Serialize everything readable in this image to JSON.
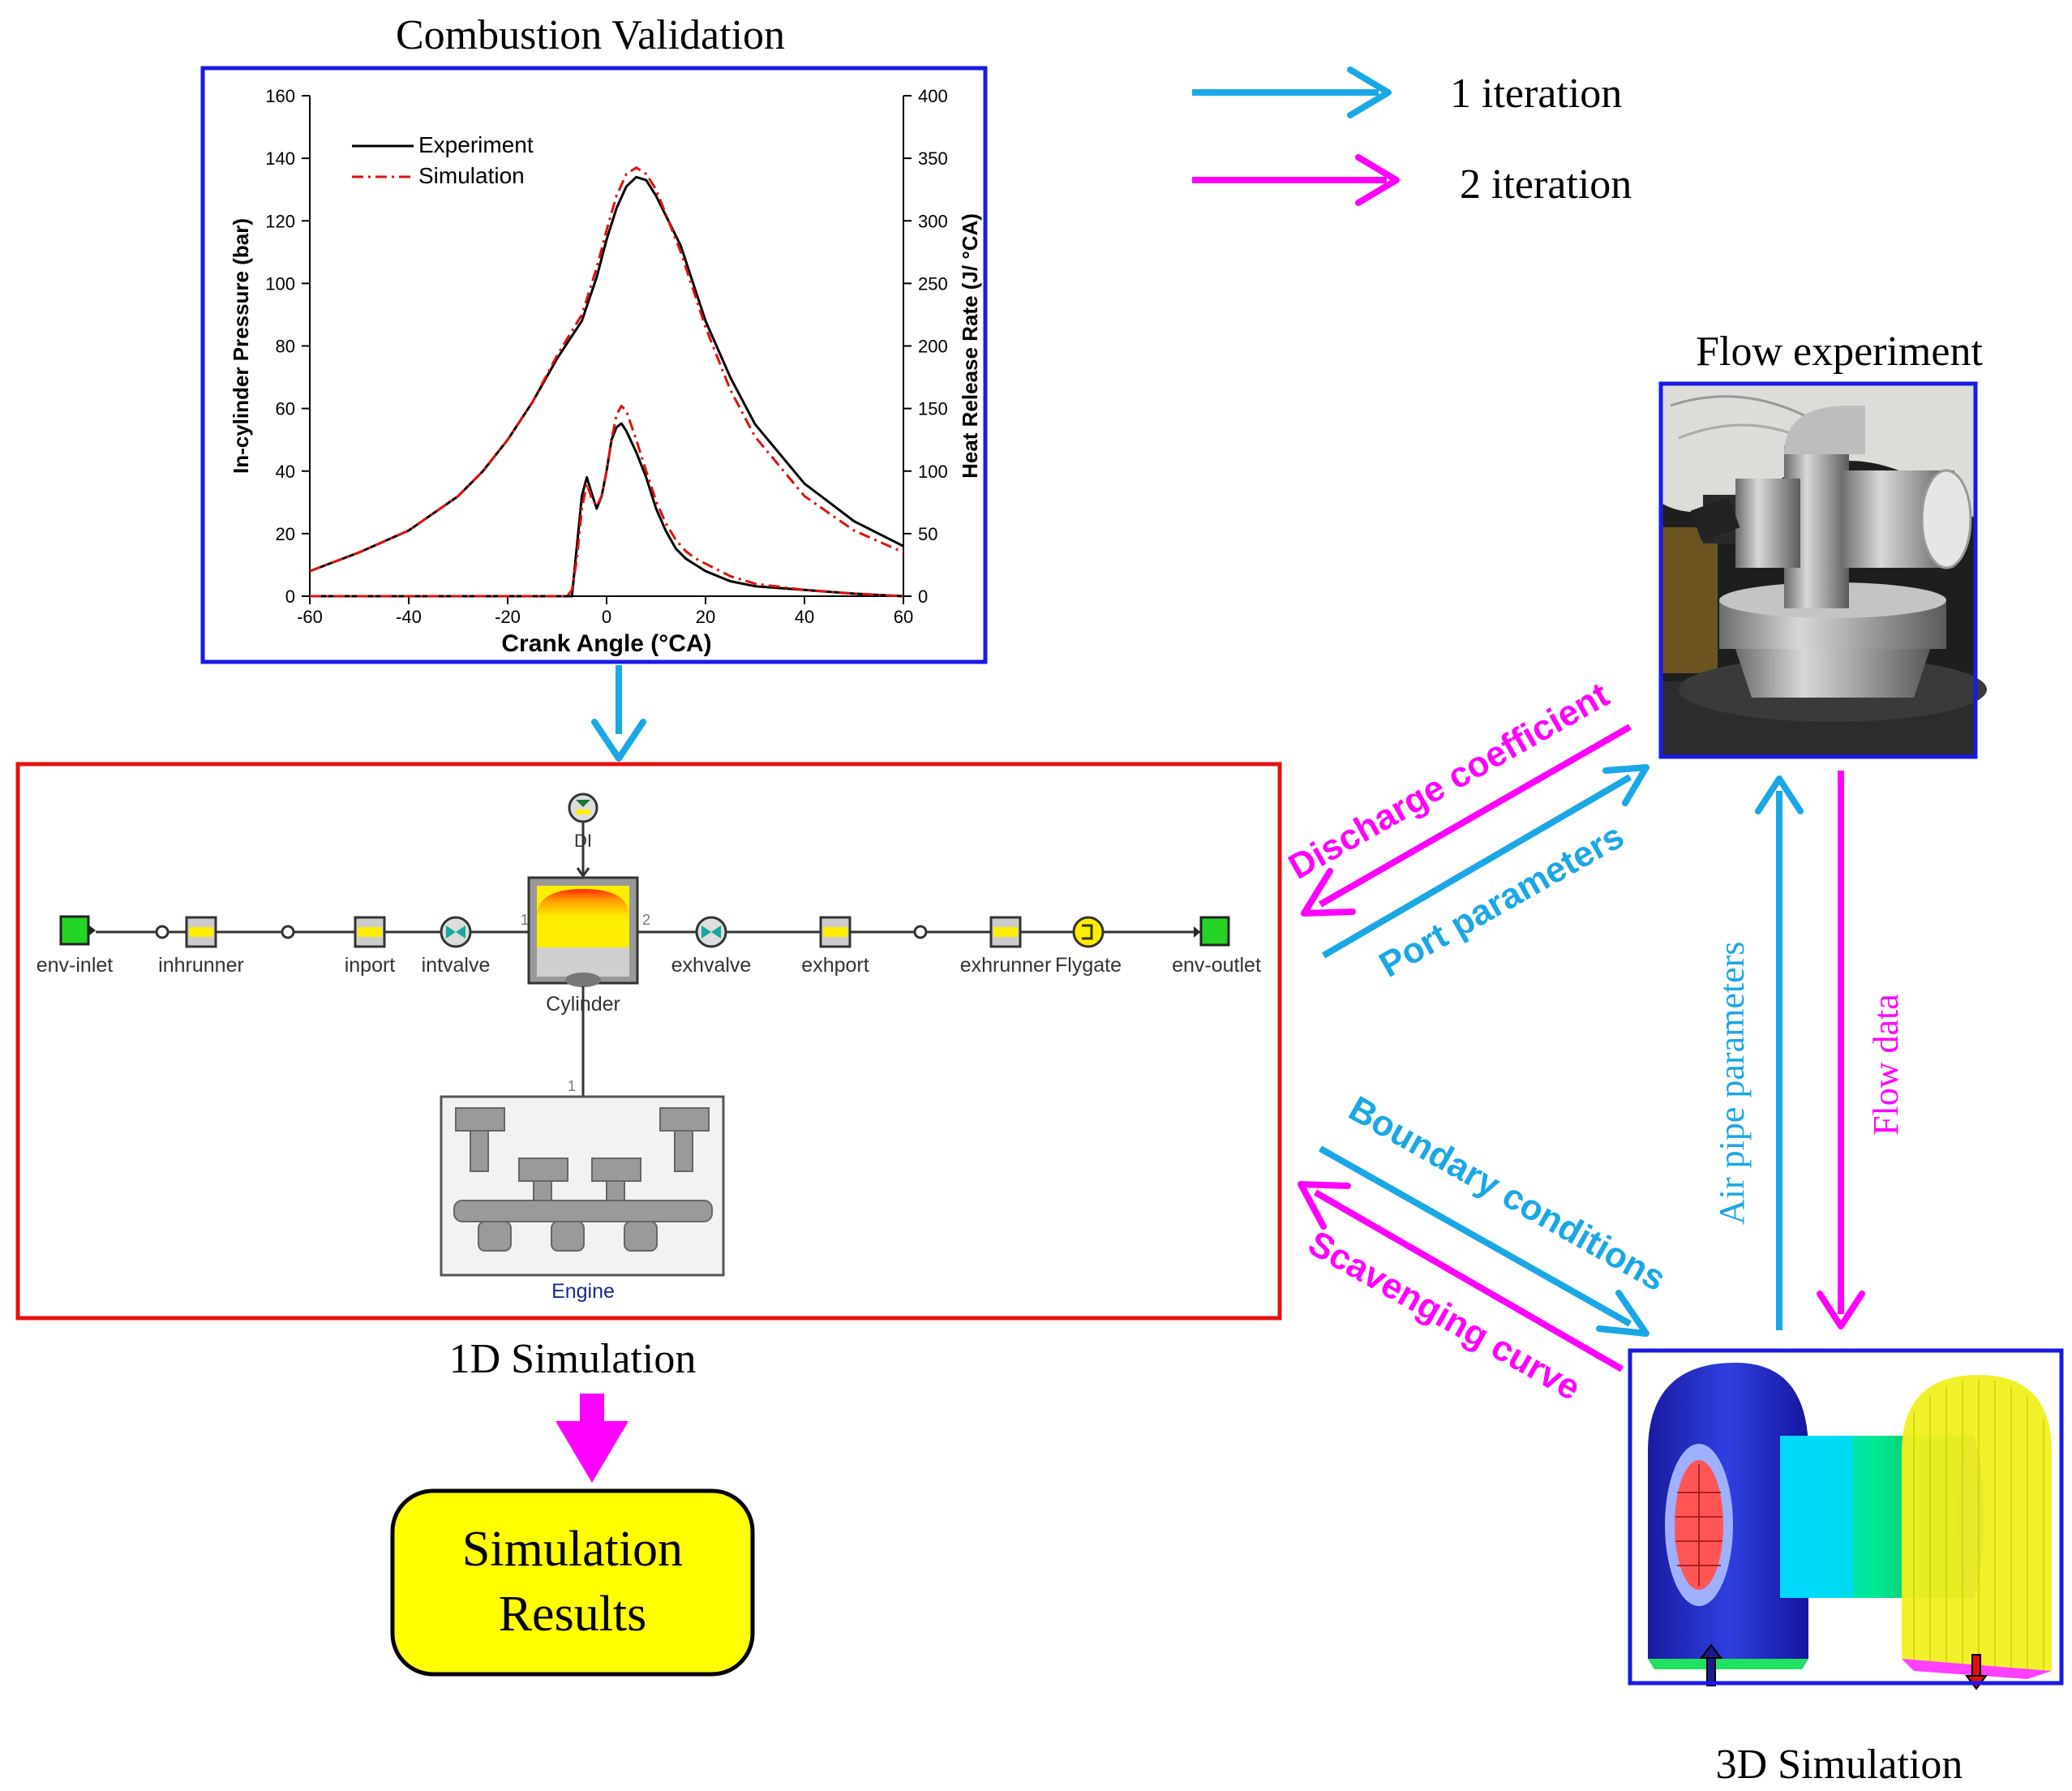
{
  "titles": {
    "combustion": "Combustion Validation",
    "flow_experiment": "Flow experiment",
    "sim1d": "1D Simulation",
    "sim3d": "3D Simulation"
  },
  "legend_iterations": {
    "iter1": "1 iteration",
    "iter2": "2 iteration",
    "iter1_color": "#1aa7e6",
    "iter2_color": "#ff00ff"
  },
  "results_box": {
    "line1": "Simulation",
    "line2": "Results"
  },
  "flow_labels": {
    "discharge": "Discharge coefficient",
    "port": "Port parameters",
    "boundary": "Boundary conditions",
    "scavenging": "Scavenging curve",
    "airpipe": "Air pipe parameters",
    "flowdata": "Flow data"
  },
  "gt_model": {
    "components": [
      "env-inlet",
      "inhrunner",
      "inport",
      "intvalve",
      "Cylinder",
      "exhvalve",
      "exhport",
      "exhrunner",
      "Flygate",
      "env-outlet"
    ],
    "di": "DI",
    "engine": "Engine",
    "port1": "1",
    "port2": "2",
    "port_engine": "1"
  },
  "chart_data": {
    "type": "line",
    "xlabel": "Crank  Angle (°CA)",
    "ylabel_left": "In-cylinder Pressure (bar)",
    "ylabel_right": "Heat Release Rate (J/ °CA)",
    "xlim": [
      -60,
      60
    ],
    "ylim_left": [
      0,
      160
    ],
    "ylim_right": [
      0,
      400
    ],
    "x_ticks": [
      "-60",
      "-40",
      "-20",
      "0",
      "20",
      "40",
      "60"
    ],
    "y_ticks_left": [
      "0",
      "20",
      "40",
      "60",
      "80",
      "100",
      "120",
      "140",
      "160"
    ],
    "y_ticks_right": [
      "0",
      "50",
      "100",
      "150",
      "200",
      "250",
      "300",
      "350",
      "400"
    ],
    "legend": [
      "Experiment",
      "Simulation"
    ],
    "legend_position": "top-left",
    "series": [
      {
        "name": "Experiment",
        "axis": "left",
        "color": "#000000",
        "x": [
          -60,
          -50,
          -40,
          -30,
          -25,
          -20,
          -15,
          -10,
          -5,
          -2,
          0,
          2,
          4,
          6,
          8,
          10,
          15,
          20,
          25,
          30,
          40,
          50,
          60
        ],
        "y": [
          8,
          14,
          21,
          32,
          40,
          50,
          62,
          76,
          88,
          102,
          114,
          124,
          131,
          134,
          133,
          128,
          112,
          88,
          70,
          55,
          36,
          24,
          16
        ]
      },
      {
        "name": "Simulation",
        "axis": "left",
        "color": "#e01010",
        "x": [
          -60,
          -50,
          -40,
          -30,
          -25,
          -20,
          -15,
          -10,
          -5,
          -2,
          0,
          2,
          4,
          6,
          8,
          10,
          15,
          20,
          25,
          30,
          40,
          50,
          60
        ],
        "y": [
          8,
          14,
          21,
          32,
          40,
          50,
          62,
          77,
          90,
          105,
          117,
          128,
          135,
          137,
          135,
          130,
          110,
          86,
          66,
          51,
          32,
          21,
          14
        ]
      },
      {
        "name": "Experiment",
        "axis": "right",
        "color": "#000000",
        "x": [
          -60,
          -10,
          -7,
          -6,
          -5,
          -4,
          -3,
          -2,
          -1,
          0,
          1,
          2,
          3,
          4,
          6,
          8,
          10,
          12,
          14,
          16,
          18,
          20,
          25,
          30,
          40,
          50,
          60
        ],
        "y": [
          0,
          0,
          0,
          40,
          80,
          95,
          82,
          70,
          80,
          100,
          125,
          135,
          138,
          132,
          115,
          95,
          70,
          52,
          38,
          30,
          25,
          20,
          12,
          8,
          5,
          2,
          0
        ]
      },
      {
        "name": "Simulation",
        "axis": "right",
        "color": "#e01010",
        "x": [
          -60,
          -8,
          -7,
          -6,
          -5,
          -4,
          -3,
          -2,
          -1,
          0,
          1,
          2,
          3,
          4,
          6,
          8,
          10,
          12,
          14,
          16,
          18,
          20,
          25,
          30,
          40,
          50,
          60
        ],
        "y": [
          0,
          0,
          5,
          30,
          70,
          90,
          78,
          72,
          80,
          100,
          125,
          145,
          152,
          148,
          125,
          100,
          76,
          58,
          45,
          36,
          30,
          26,
          16,
          10,
          5,
          2,
          0
        ]
      }
    ]
  }
}
